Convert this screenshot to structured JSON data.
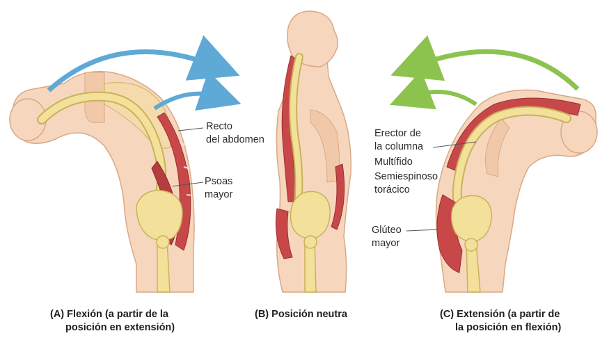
{
  "labels": {
    "recto_abdomen": [
      "Recto",
      "del abdomen"
    ],
    "psoas_mayor": [
      "Psoas",
      "mayor"
    ],
    "erector_columna": [
      "Erector de",
      "la columna"
    ],
    "multifido": "Multífido",
    "semiespinoso": [
      "Semiespinoso",
      "torácico"
    ],
    "gluteo_mayor": [
      "Glúteo",
      "mayor"
    ]
  },
  "captions": {
    "a": [
      "(A) Flexión (a partir de la",
      "posición en extensión)"
    ],
    "b": [
      "(B) Posición neutra"
    ],
    "c": [
      "(C) Extensión (a partir de",
      "la posición en flexión)"
    ]
  },
  "colors": {
    "skin": "#f6d7bd",
    "skin_outline": "#d9a886",
    "bone": "#f3e09a",
    "bone_outline": "#c9b25a",
    "muscle": "#c8484a",
    "arrow_flexion": "#5fa9d6",
    "arrow_extension": "#8cc34f"
  }
}
